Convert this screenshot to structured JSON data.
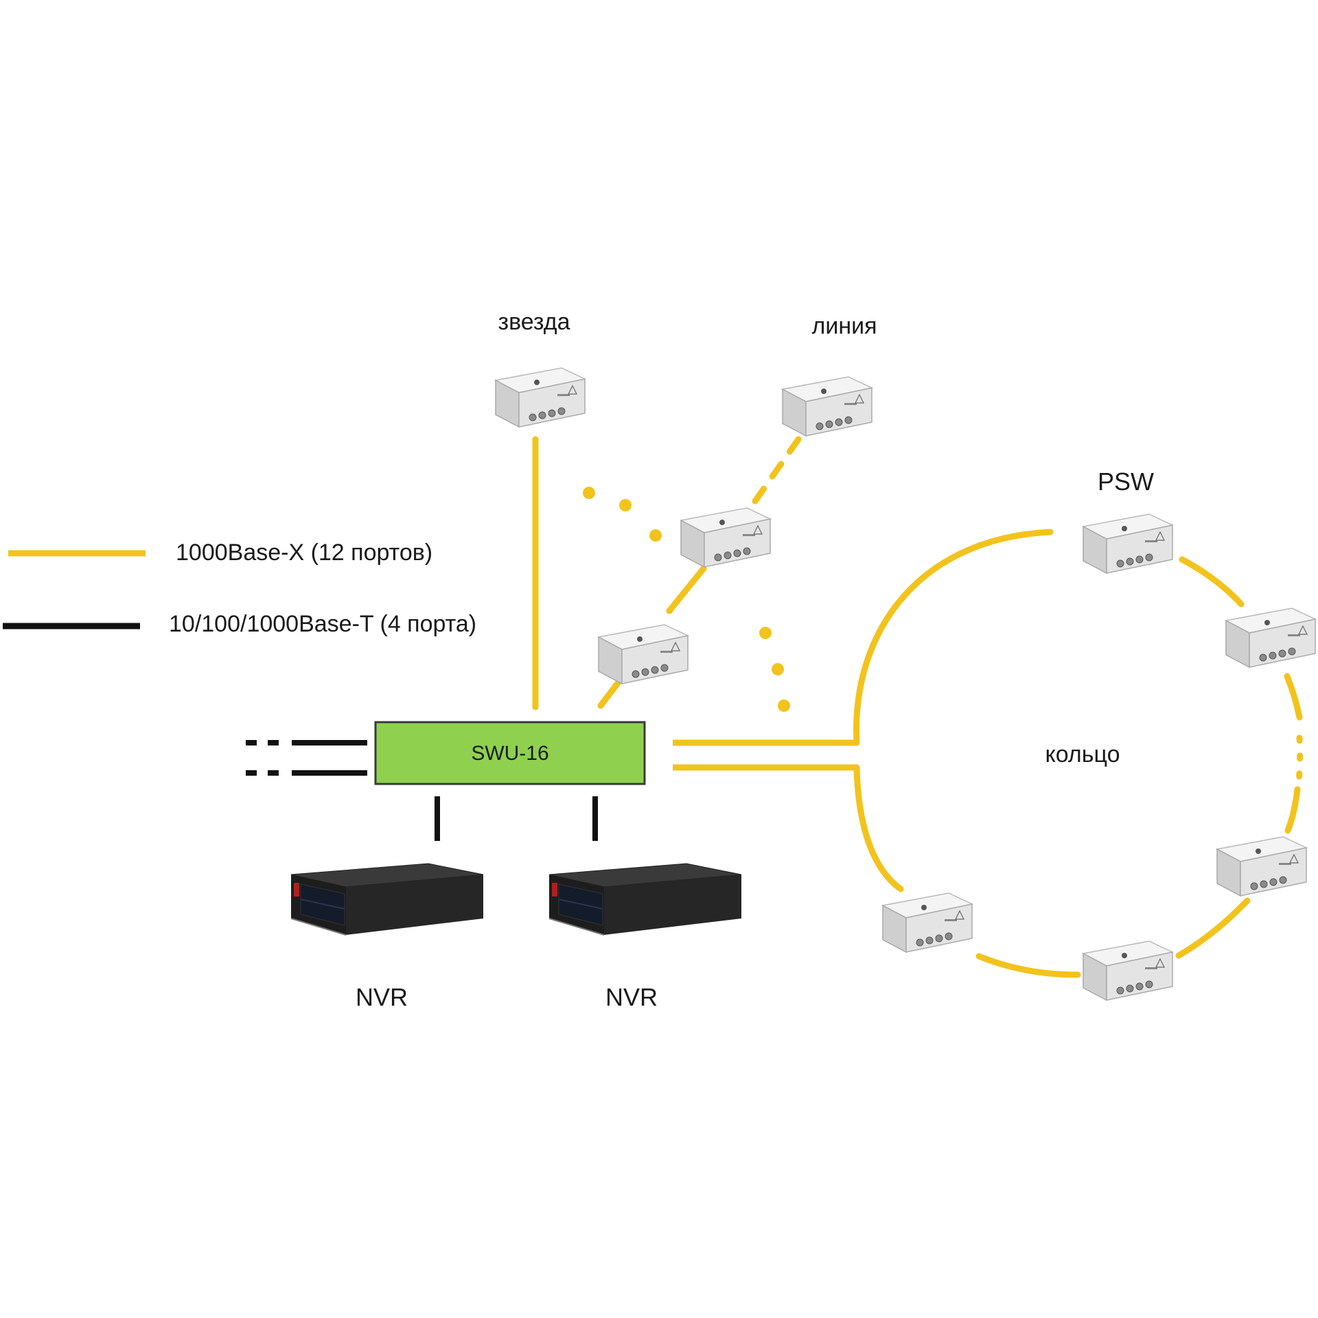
{
  "labels": {
    "star": "звезда",
    "line": "линия",
    "psw": "PSW",
    "ring": "кольцо",
    "switch": "SWU-16",
    "nvr_left": "NVR",
    "nvr_right": "NVR"
  },
  "legend": {
    "fiber": "1000Base-X (12 портов)",
    "copper": "10/100/1000Base-T (4 порта)"
  },
  "colors": {
    "fiber": "#f2c31c",
    "copper": "#111111",
    "switch_fill": "#8fd14f",
    "switch_border": "#3a3a3a",
    "device_body": "#e9e9e9",
    "nvr_body": "#1f1f1f"
  },
  "icons": {
    "psw_device": "psw-switch-box-icon",
    "nvr_device": "nvr-recorder-icon"
  }
}
